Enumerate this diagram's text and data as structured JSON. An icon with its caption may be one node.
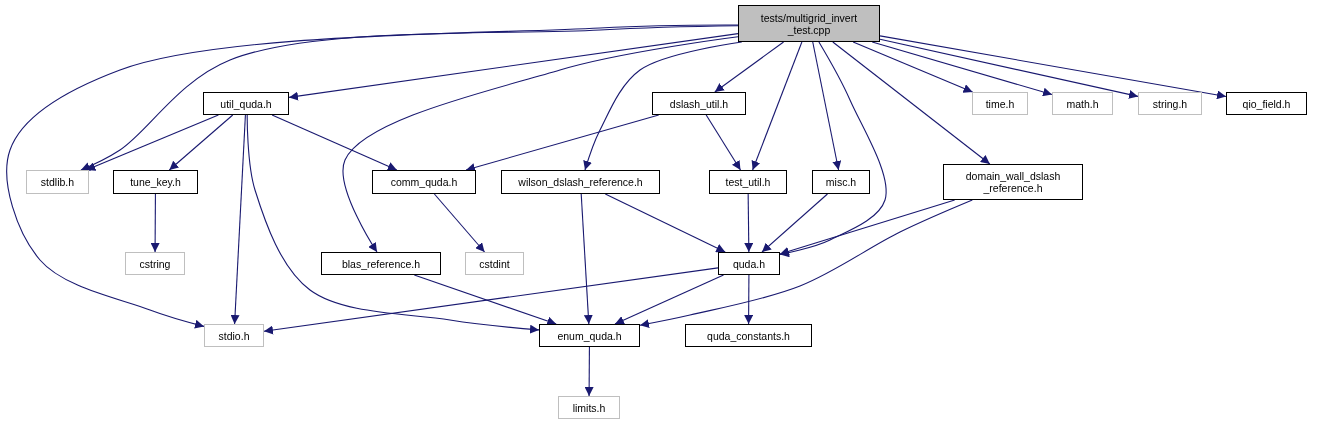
{
  "diagram": {
    "nodes": [
      {
        "text": [
          "tests/multigrid_invert _test.cpp"
        ]
      },
      {
        "text": [
          "util_quda.h"
        ]
      },
      {
        "text": [
          "dslash_util.h"
        ]
      },
      {
        "text": [
          "time.h"
        ]
      },
      {
        "text": [
          "math.h"
        ]
      },
      {
        "text": [
          "string.h"
        ]
      },
      {
        "text": [
          "qio_field.h"
        ]
      },
      {
        "text": [
          "stdlib.h"
        ]
      },
      {
        "text": [
          "tune_key.h"
        ]
      },
      {
        "text": [
          "comm_quda.h"
        ]
      },
      {
        "text": [
          "wilson_dslash_reference.h"
        ]
      },
      {
        "text": [
          "test_util.h"
        ]
      },
      {
        "text": [
          "misc.h"
        ]
      },
      {
        "text": [
          "domain_wall_dslash _reference.h"
        ]
      },
      {
        "text": [
          "cstring"
        ]
      },
      {
        "text": [
          "blas_reference.h"
        ]
      },
      {
        "text": [
          "cstdint"
        ]
      },
      {
        "text": [
          "quda.h"
        ]
      },
      {
        "text": [
          "stdio.h"
        ]
      },
      {
        "text": [
          "enum_quda.h"
        ]
      },
      {
        "text": [
          "quda_constants.h"
        ]
      },
      {
        "text": [
          "limits.h"
        ]
      }
    ],
    "edges": [
      {
        "from": 0,
        "to": 1,
        "arrow": "to"
      },
      {
        "from": 0,
        "to": 2,
        "arrow": "to"
      },
      {
        "from": 0,
        "to": 3,
        "arrow": "to"
      },
      {
        "from": 0,
        "to": 4,
        "arrow": "to"
      },
      {
        "from": 0,
        "to": 5,
        "arrow": "to"
      },
      {
        "from": 0,
        "to": 6,
        "arrow": "to"
      },
      {
        "from": 0,
        "to": 7,
        "arrow": "to"
      },
      {
        "from": 0,
        "to": 18,
        "arrow": "to"
      },
      {
        "from": 0,
        "to": 15,
        "arrow": "to"
      },
      {
        "from": 0,
        "to": 10,
        "arrow": "to"
      },
      {
        "from": 0,
        "to": 11,
        "arrow": "to"
      },
      {
        "from": 0,
        "to": 12,
        "arrow": "to"
      },
      {
        "from": 0,
        "to": 17,
        "arrow": "to"
      },
      {
        "from": 0,
        "to": 13,
        "arrow": "to"
      },
      {
        "from": 1,
        "to": 7,
        "arrow": "to"
      },
      {
        "from": 1,
        "to": 8,
        "arrow": "to"
      },
      {
        "from": 1,
        "to": 9,
        "arrow": "to"
      },
      {
        "from": 1,
        "to": 18,
        "arrow": "to"
      },
      {
        "from": 1,
        "to": 19,
        "arrow": "to"
      },
      {
        "from": 2,
        "to": 9,
        "arrow": "to"
      },
      {
        "from": 2,
        "to": 11,
        "arrow": "to"
      },
      {
        "from": 8,
        "to": 14,
        "arrow": "to"
      },
      {
        "from": 9,
        "to": 16,
        "arrow": "to"
      },
      {
        "from": 10,
        "to": 17,
        "arrow": "to"
      },
      {
        "from": 10,
        "to": 19,
        "arrow": "to"
      },
      {
        "from": 11,
        "to": 17,
        "arrow": "to"
      },
      {
        "from": 12,
        "to": 17,
        "arrow": "to"
      },
      {
        "from": 13,
        "to": 17,
        "arrow": "to"
      },
      {
        "from": 13,
        "to": 19,
        "arrow": "to"
      },
      {
        "from": 15,
        "to": 19,
        "arrow": "to"
      },
      {
        "from": 17,
        "to": 18,
        "arrow": "to"
      },
      {
        "from": 17,
        "to": 19,
        "arrow": "to"
      },
      {
        "from": 17,
        "to": 20,
        "arrow": "to"
      },
      {
        "from": 19,
        "to": 21,
        "arrow": "to"
      }
    ]
  }
}
